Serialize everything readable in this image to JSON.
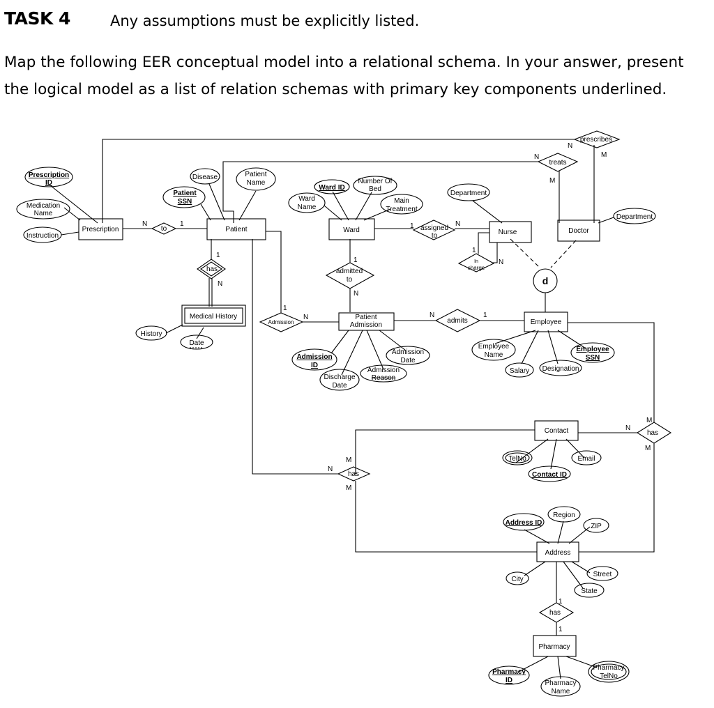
{
  "task": {
    "title": "TASK 4",
    "note": "Any assumptions must be explicitly listed.",
    "body": "Map the following EER conceptual model into a relational schema. In your answer, present the logical model as a list of relation schemas with primary key components underlined."
  },
  "diagram": {
    "entities": {
      "prescription": "Prescription",
      "patient": "Patient",
      "ward": "Ward",
      "nurse": "Nurse",
      "doctor": "Doctor",
      "medical_history": "Medical History",
      "patient_admission": [
        "Patient",
        "Admission"
      ],
      "employee": "Employee",
      "contact": "Contact",
      "address": "Address",
      "pharmacy": "Pharmacy"
    },
    "relationships": {
      "prescribes": "prescribes",
      "treats": "treats",
      "to": "to",
      "assigned_to": [
        "assigned",
        "to"
      ],
      "in_charge": [
        "In",
        "charge"
      ],
      "has_patient_history": "has",
      "admitted_to": [
        "admitted",
        "to"
      ],
      "admission": "Admission",
      "admits": "admits",
      "has_employee_contact": "has",
      "has_patient_contact": "has",
      "has_address_pharmacy": "has"
    },
    "specialization": "d",
    "attributes": {
      "prescription_id": [
        "Prescription",
        "ID"
      ],
      "medication_name": [
        "Medication",
        "Name"
      ],
      "instruction": "Instruction",
      "disease": "Disease",
      "patient_name": [
        "Patient",
        "Name"
      ],
      "patient_ssn": [
        "Patient",
        "SSN"
      ],
      "ward_id": "Ward ID",
      "number_of_bed": [
        "Number Of",
        "Bed"
      ],
      "ward_name": [
        "Ward",
        "Name"
      ],
      "main_treatment": [
        "Main",
        "Treatment"
      ],
      "department_nurse": "Department",
      "department_doctor": "Department",
      "history": "History",
      "date": "Date",
      "admission_id": [
        "Admission",
        "ID"
      ],
      "discharge_date": [
        "Discharge",
        "Date"
      ],
      "admission_reason": [
        "Admission",
        "Reason"
      ],
      "admission_date": [
        "Admission",
        "Date"
      ],
      "employee_name": [
        "Employee",
        "Name"
      ],
      "employee_ssn": [
        "Employee",
        "SSN"
      ],
      "salary": "Salary",
      "designation": "Designation",
      "telno": "TelNo",
      "email": "Email",
      "contact_id": "Contact ID",
      "address_id": "Address ID",
      "region": "Region",
      "zip": "ZIP",
      "city": "City",
      "street": "Street",
      "state": "State",
      "pharmacy_id": [
        "Pharmacy",
        "ID"
      ],
      "pharmacy_name": [
        "Pharmacy",
        "Name"
      ],
      "pharmacy_telno": [
        "Pharmacy",
        "TelNo"
      ]
    },
    "cardinalities": {
      "prescribes_doctor": "N",
      "prescribes_prescription": "M",
      "treats_doctor": "N",
      "treats_patient": "M",
      "to_prescription": "N",
      "to_patient": "1",
      "assigned_ward": "1",
      "assigned_nurse": "N",
      "incharge_one": "1",
      "incharge_many": "N",
      "has_patient": "1",
      "has_history": "N",
      "admitted_ward": "1",
      "admitted_admission": "N",
      "admission_patient": "1",
      "admission_pa": "N",
      "admits_pa": "N",
      "admits_employee": "1",
      "contact_has_contact": "N",
      "contact_has_employee": "M",
      "contact_has_address": "M",
      "patient_has_patient": "N",
      "patient_has_contact": "M",
      "patient_has_address": "M",
      "pharmacy_has_address": "1",
      "pharmacy_has_pharmacy": "1"
    }
  }
}
